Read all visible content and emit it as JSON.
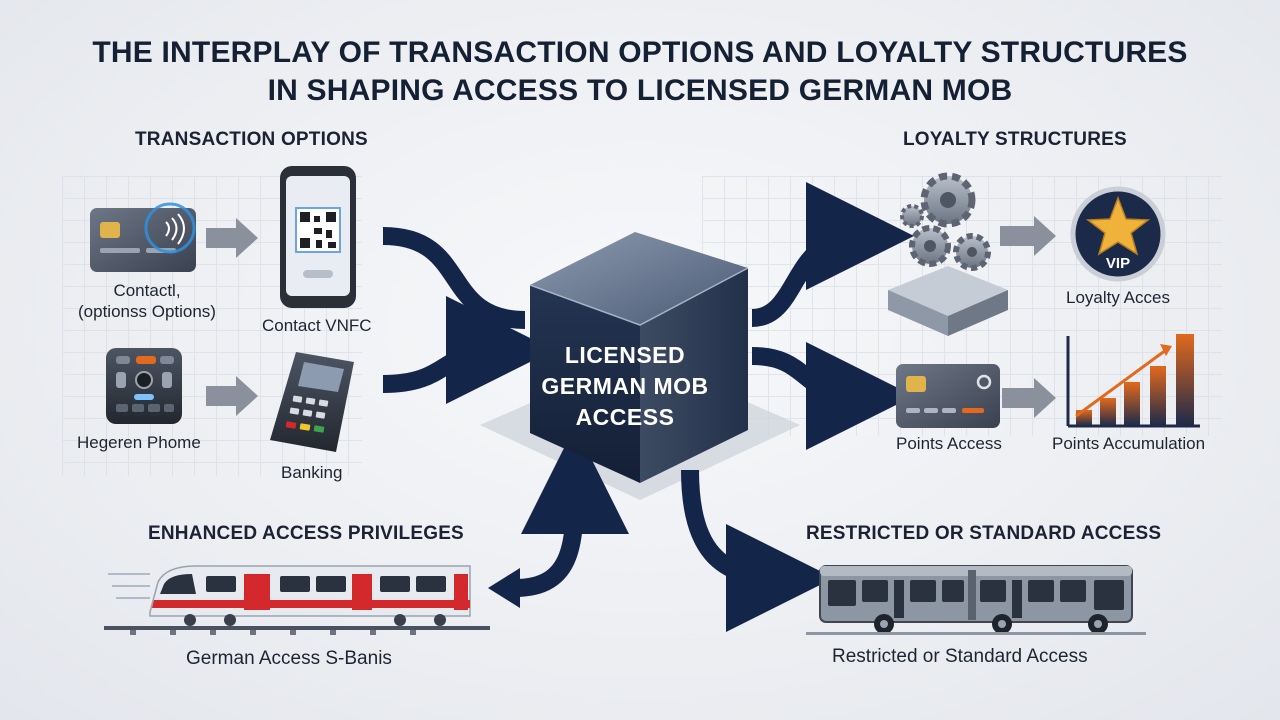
{
  "title": {
    "line1": "THE INTERPLAY OF TRANSACTION OPTIONS AND LOYALTY STRUCTURES",
    "line2": "IN SHAPING ACCESS TO LICENSED GERMAN MOB"
  },
  "sections": {
    "transaction_options": "TRANSACTION OPTIONS",
    "loyalty_structures": "LOYALTY STRUCTURES",
    "enhanced_access": "ENHANCED ACCESS PRIVILEGES",
    "restricted_access": "RESTRICTED OR STANDARD ACCESS"
  },
  "center": {
    "label": "LICENSED\nGERMAN MOB\nACCESS"
  },
  "nodes": {
    "contactless_card": "Contactl,\n(optionss Options)",
    "contact_nfc_phone": "Contact VNFC",
    "hegeren_phone": "Hegeren Phome",
    "banking_terminal": "Banking",
    "loyalty_access": "Loyalty Acces",
    "vip_badge": "VIP",
    "points_access": "Points Access",
    "points_accumulation": "Points Accumulation",
    "train": "German Access S-Banis",
    "bus": "Restricted or Standard Access"
  },
  "colors": {
    "navy": "#14254a",
    "accent_red": "#d3292c",
    "accent_orange": "#e2691d",
    "gold": "#f0b23a",
    "nfc_blue": "#2f8fe0"
  }
}
